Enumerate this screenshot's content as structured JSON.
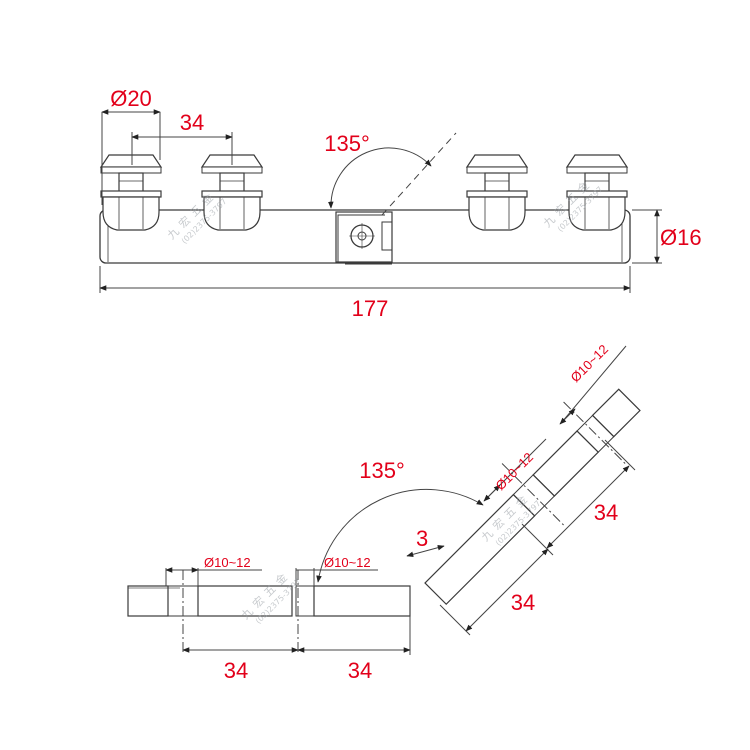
{
  "top_view": {
    "diameter_top": "Ø20",
    "spacing_top": "34",
    "angle": "135°",
    "diameter_right": "Ø16",
    "overall_length": "177"
  },
  "section_view": {
    "angle": "135°",
    "gap": "3",
    "hole_left": "Ø10~12",
    "hole_middle": "Ø10~12",
    "hole_incline_lower": "Ø10~12",
    "hole_incline_upper": "Ø10~12",
    "bottom_left": "34",
    "bottom_right": "34",
    "incline_right": "34",
    "incline_bottom": "34"
  },
  "watermark": {
    "chars": [
      "九",
      "宏",
      "五",
      "金"
    ],
    "phone": "(02)2375-3797"
  },
  "colors": {
    "dimension": "#e2001a",
    "outline": "#3a3a3a",
    "watermark": "#9aa0a6"
  }
}
